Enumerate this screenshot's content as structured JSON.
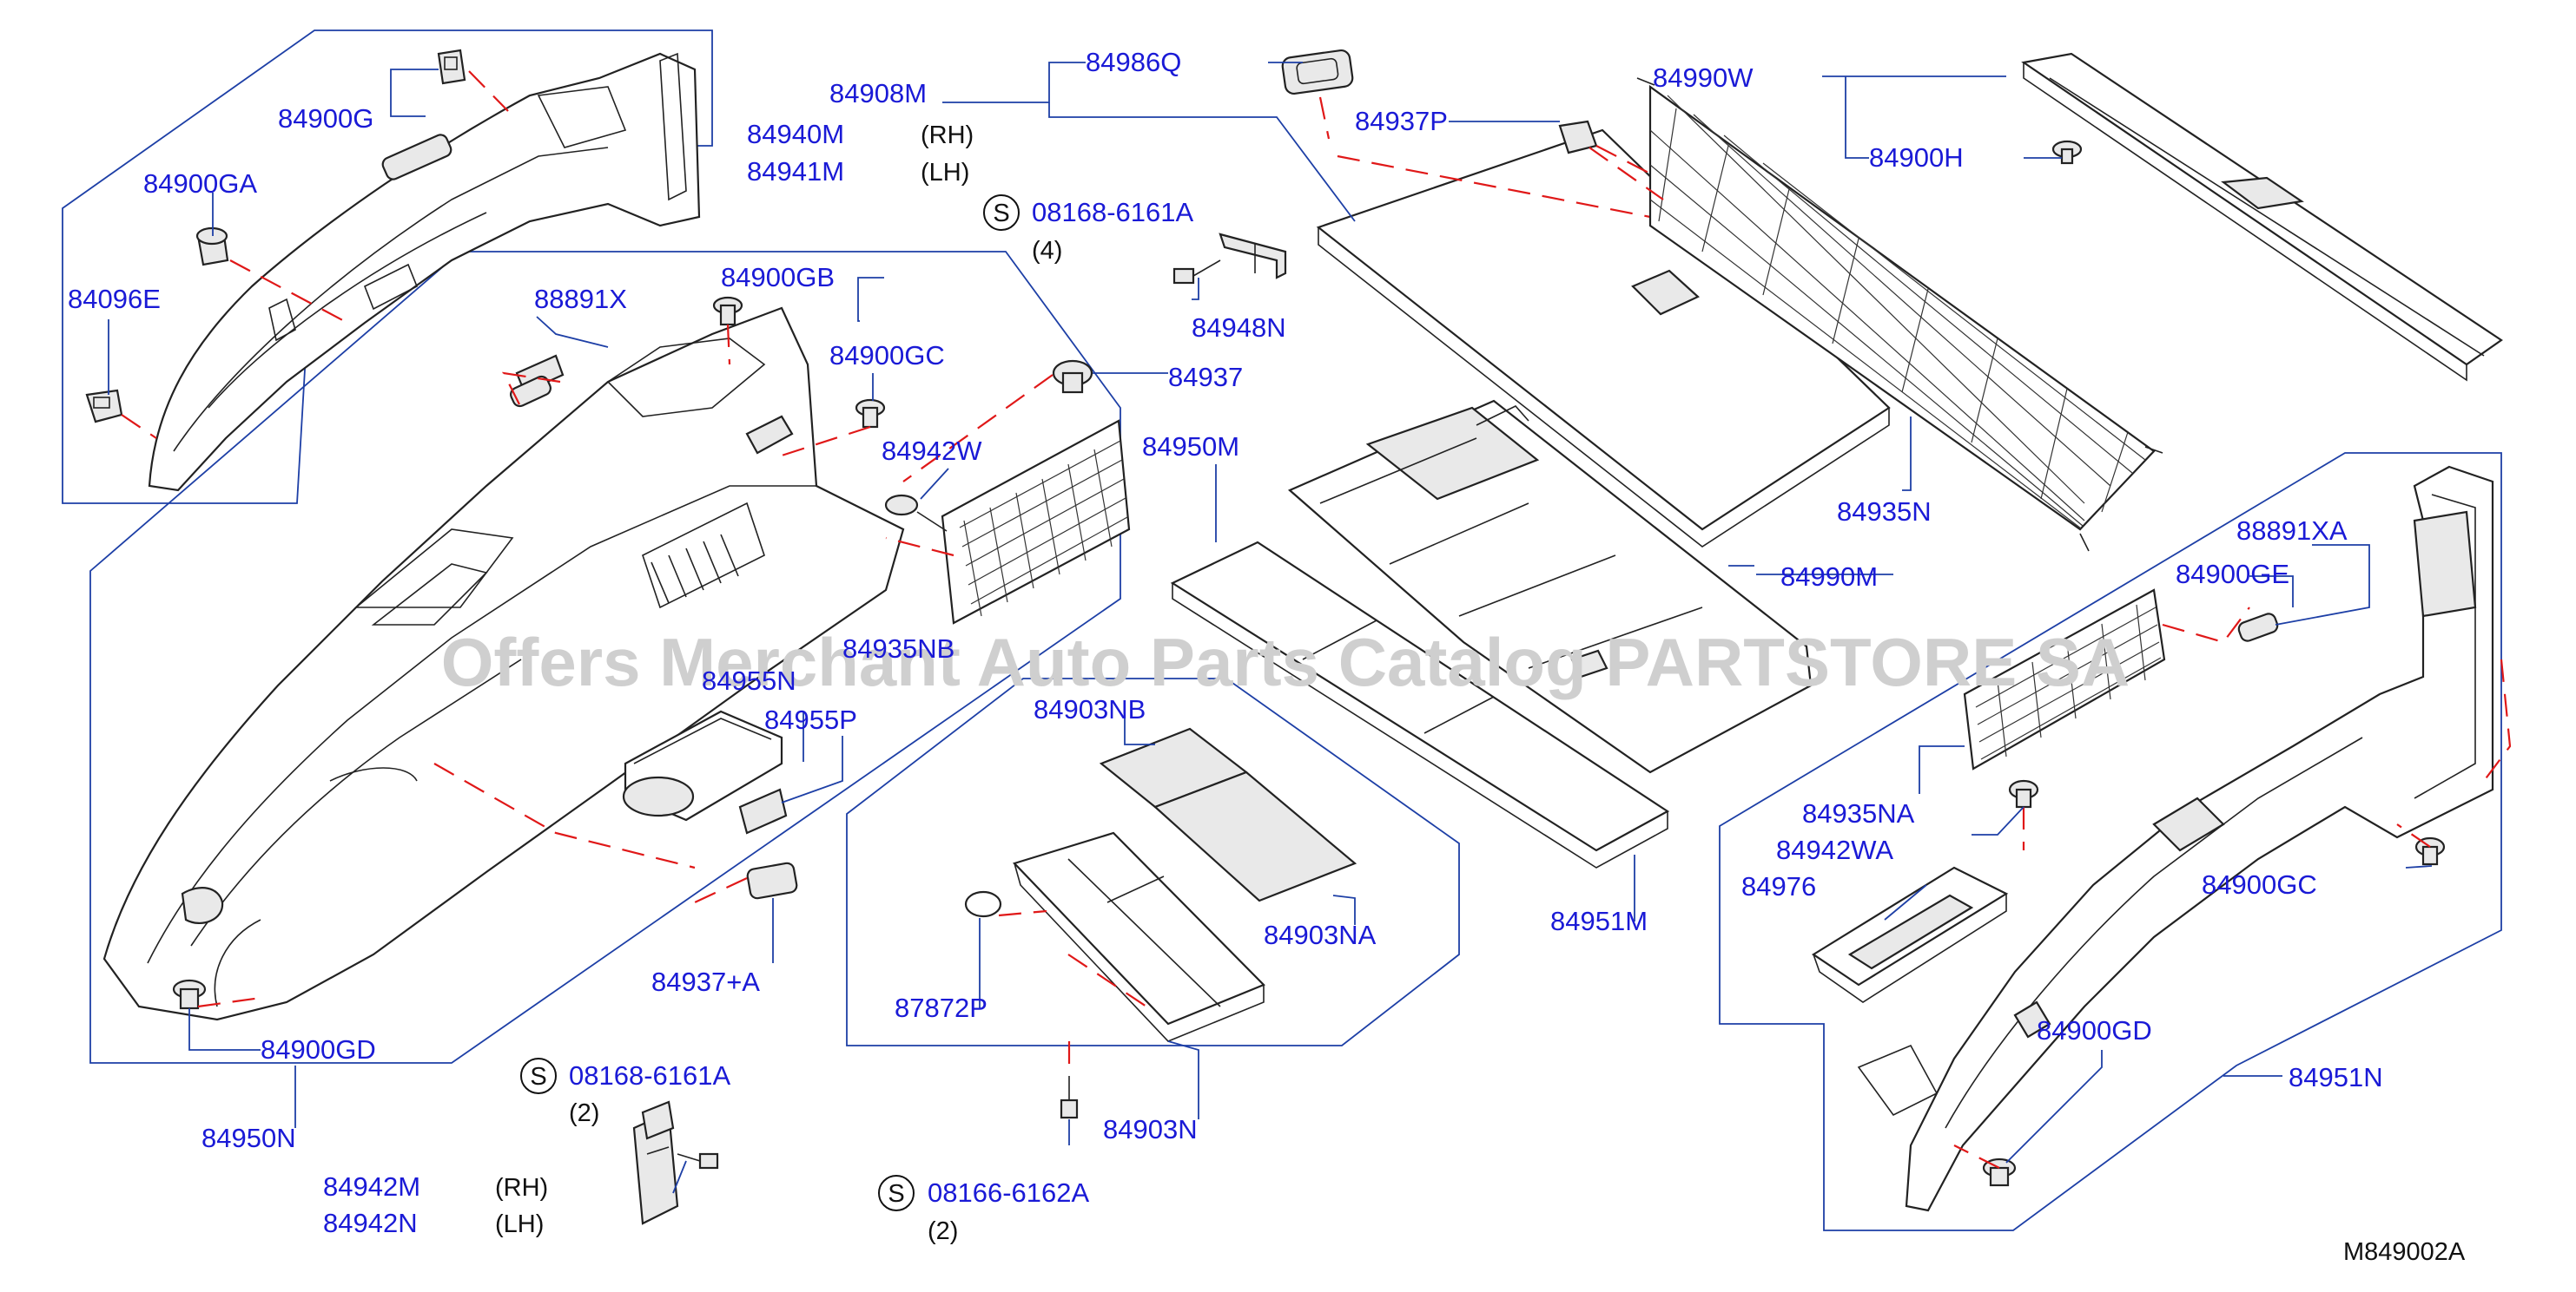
{
  "watermark": "Offers Merchant Auto Parts Catalog PARTSTORE SA",
  "figure_code": "M849002A",
  "side": {
    "rh": "(RH)",
    "lh": "(LH)"
  },
  "s_symbol": "S",
  "parts": {
    "p84900G": "84900G",
    "p84900GA": "84900GA",
    "p84096E": "84096E",
    "p84940M": "84940M",
    "p84941M": "84941M",
    "p84908M": "84908M",
    "p84986Q": "84986Q",
    "p84937P": "84937P",
    "p84990W": "84990W",
    "p84900H": "84900H",
    "p08168_a": "08168-6161A",
    "qty_a": "(4)",
    "p84948N": "84948N",
    "p84900GB": "84900GB",
    "p88891X": "88891X",
    "p84900GC_1": "84900GC",
    "p84937": "84937",
    "p84942W": "84942W",
    "p84950M": "84950M",
    "p84935N": "84935N",
    "p84990M": "84990M",
    "p84935NB": "84935NB",
    "p84955N": "84955N",
    "p84955P": "84955P",
    "p84903NB": "84903NB",
    "p84903NA": "84903NA",
    "p87872P": "87872P",
    "p84903N": "84903N",
    "p84951M": "84951M",
    "p84937A": "84937+A",
    "p84900GD_1": "84900GD",
    "p84950N": "84950N",
    "p08168_b": "08168-6161A",
    "qty_b": "(2)",
    "p84942M": "84942M",
    "p84942N": "84942N",
    "p08166": "08166-6162A",
    "qty_c": "(2)",
    "p88891XA": "88891XA",
    "p84900GE": "84900GE",
    "p84935NA": "84935NA",
    "p84942WA": "84942WA",
    "p84976": "84976",
    "p84900GC_2": "84900GC",
    "p84900GD_2": "84900GD",
    "p84951N": "84951N"
  }
}
